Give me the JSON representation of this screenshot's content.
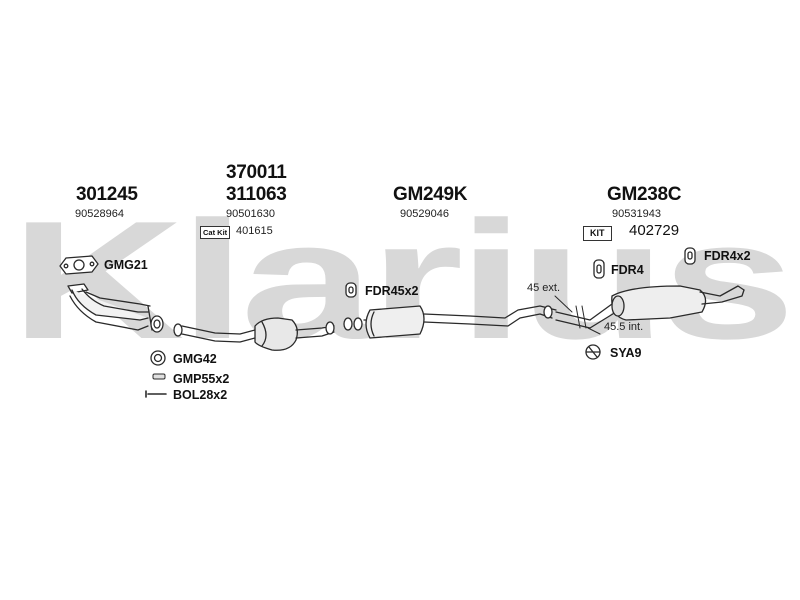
{
  "watermark": {
    "text": "Klarius",
    "color": "#d8d8d8"
  },
  "parts": {
    "front_pipe": {
      "number": "301245",
      "oe": "90528964"
    },
    "catalyst": {
      "number_top": "370011",
      "number": "311063",
      "oe": "90501630",
      "badge": "Cat Kit",
      "kit_number": "401615"
    },
    "center_silencer": {
      "number": "GM249K",
      "oe": "90529046"
    },
    "rear_silencer": {
      "number": "GM238C",
      "oe": "90531943",
      "badge": "KIT",
      "kit_number": "402729"
    }
  },
  "fittings": {
    "gmg21": "GMG21",
    "gmg42": "GMG42",
    "gmp55": "GMP55x2",
    "bol28": "BOL28x2",
    "fdr45": "FDR45x2",
    "fdr4": "FDR4",
    "fdr4x2": "FDR4x2",
    "sya9": "SYA9"
  },
  "annotations": {
    "ext": "45 ext.",
    "int": "45.5 int."
  },
  "colors": {
    "stroke": "#2a2a2a",
    "pipe_fill": "#f2f2f2",
    "shade": "#bdbdbd"
  }
}
